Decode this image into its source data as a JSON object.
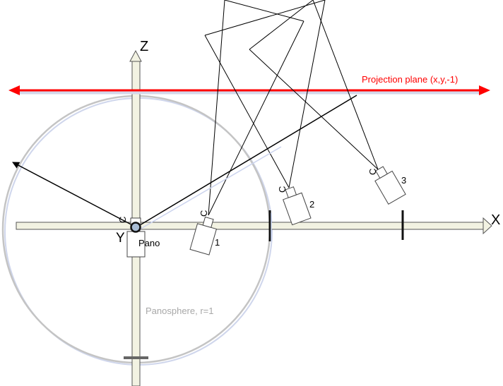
{
  "axes": {
    "x_label": "X",
    "y_label": "Y",
    "z_label": "Z"
  },
  "projection_plane": {
    "label": "Projection plane (x,y,-1)",
    "color": "#ff0000"
  },
  "panosphere": {
    "label": "Panosphere, r=1",
    "color": "#bbbbbb"
  },
  "pano": {
    "label": "Pano",
    "lens_label": "C"
  },
  "cameras": [
    {
      "label": "1",
      "lens_label": "C"
    },
    {
      "label": "2",
      "lens_label": "C"
    },
    {
      "label": "3",
      "lens_label": "C"
    }
  ]
}
